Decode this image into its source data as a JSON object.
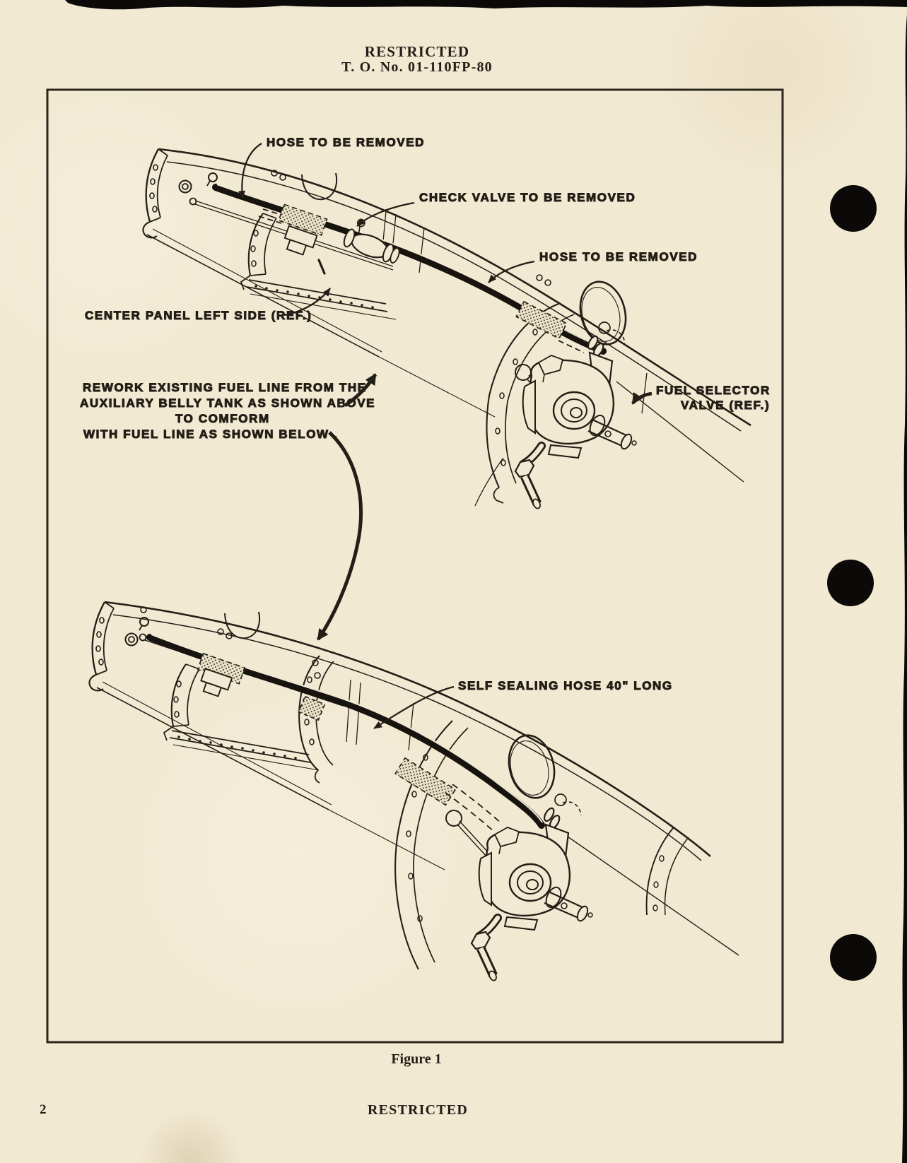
{
  "page": {
    "classification_top": "RESTRICTED",
    "to_number": "T. O. No. 01-110FP-80",
    "figure_caption": "Figure 1",
    "page_number": "2",
    "classification_bottom": "RESTRICTED"
  },
  "figure": {
    "labels": {
      "hose_top": "HOSE TO BE REMOVED",
      "check_valve": "CHECK VALVE TO BE REMOVED",
      "hose_right": "HOSE TO BE REMOVED",
      "center_panel": "CENTER PANEL LEFT SIDE (REF.)",
      "rework_line1": "REWORK EXISTING FUEL LINE FROM THE",
      "rework_line2": "AUXILIARY BELLY TANK AS SHOWN ABOVE",
      "rework_line3": "TO COMFORM",
      "rework_line4": "WITH FUEL LINE AS SHOWN BELOW .",
      "fuel_selector_line1": "FUEL SELECTOR",
      "fuel_selector_line2": "VALVE (REF.)",
      "self_sealing": "SELF SEALING HOSE 40\" LONG"
    },
    "colors": {
      "paper": "#f1e9d2",
      "ink": "#231e16"
    }
  }
}
